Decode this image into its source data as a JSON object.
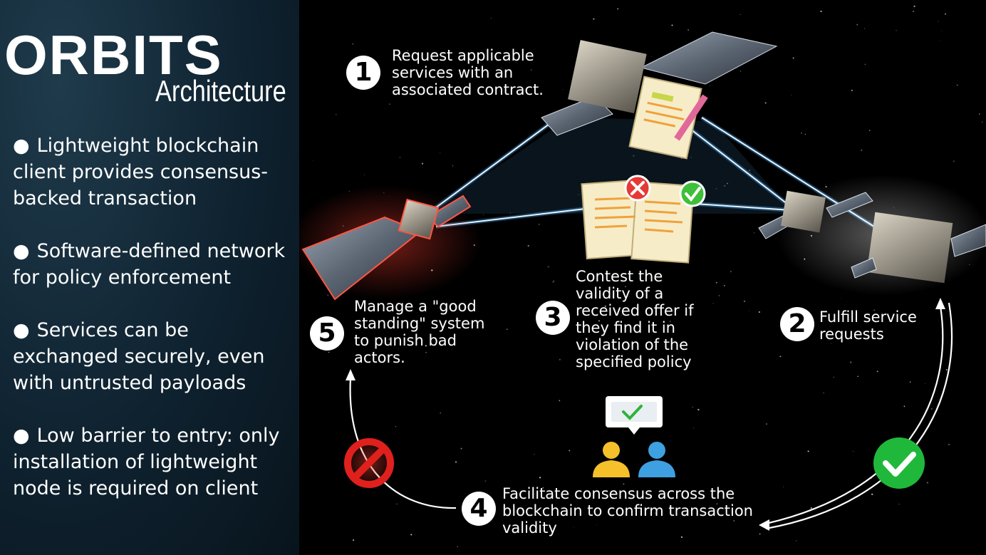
{
  "logo": {
    "title": "ORBITS",
    "subtitle": "Architecture"
  },
  "bullets": [
    "Lightweight blockchain client provides consensus-backed transaction",
    "Software-defined network for policy enforcement",
    "Services can be exchanged securely, even with untrusted payloads",
    "Low barrier to entry: only installation of lightweight node is required on client"
  ],
  "bullet_marker": "●",
  "steps": [
    {
      "number": "1",
      "lines": [
        "Request applicable",
        "services with an",
        "associated contract."
      ]
    },
    {
      "number": "2",
      "lines": [
        "Fulfill service",
        "requests"
      ]
    },
    {
      "number": "3",
      "lines": [
        "Contest the",
        "validity of a",
        "received offer if",
        "they find it in",
        "violation of the",
        "specified policy"
      ]
    },
    {
      "number": "4",
      "lines": [
        "Facilitate consensus across the",
        "blockchain to confirm transaction",
        "validity"
      ]
    },
    {
      "number": "5",
      "lines": [
        "Manage a \"good",
        "standing\" system",
        "to punish bad",
        "actors."
      ]
    }
  ],
  "icons": {
    "contract": "contract-document-icon",
    "reject": "reject-x-icon",
    "approve": "approve-check-icon",
    "prohibited": "prohibited-icon",
    "consensus_ok": "check-circle-icon",
    "users": "users-icon",
    "speech": "speech-bubble-check-icon",
    "satellite": "satellite-icon"
  },
  "colors": {
    "link_blue": "#3fa9ff",
    "red_glow": "#ff3b30",
    "green_ok": "#1fb83b",
    "red_no": "#e0201c",
    "paper": "#f7ecc8",
    "user_yellow": "#f5c02a",
    "user_blue": "#3ea0e0"
  }
}
